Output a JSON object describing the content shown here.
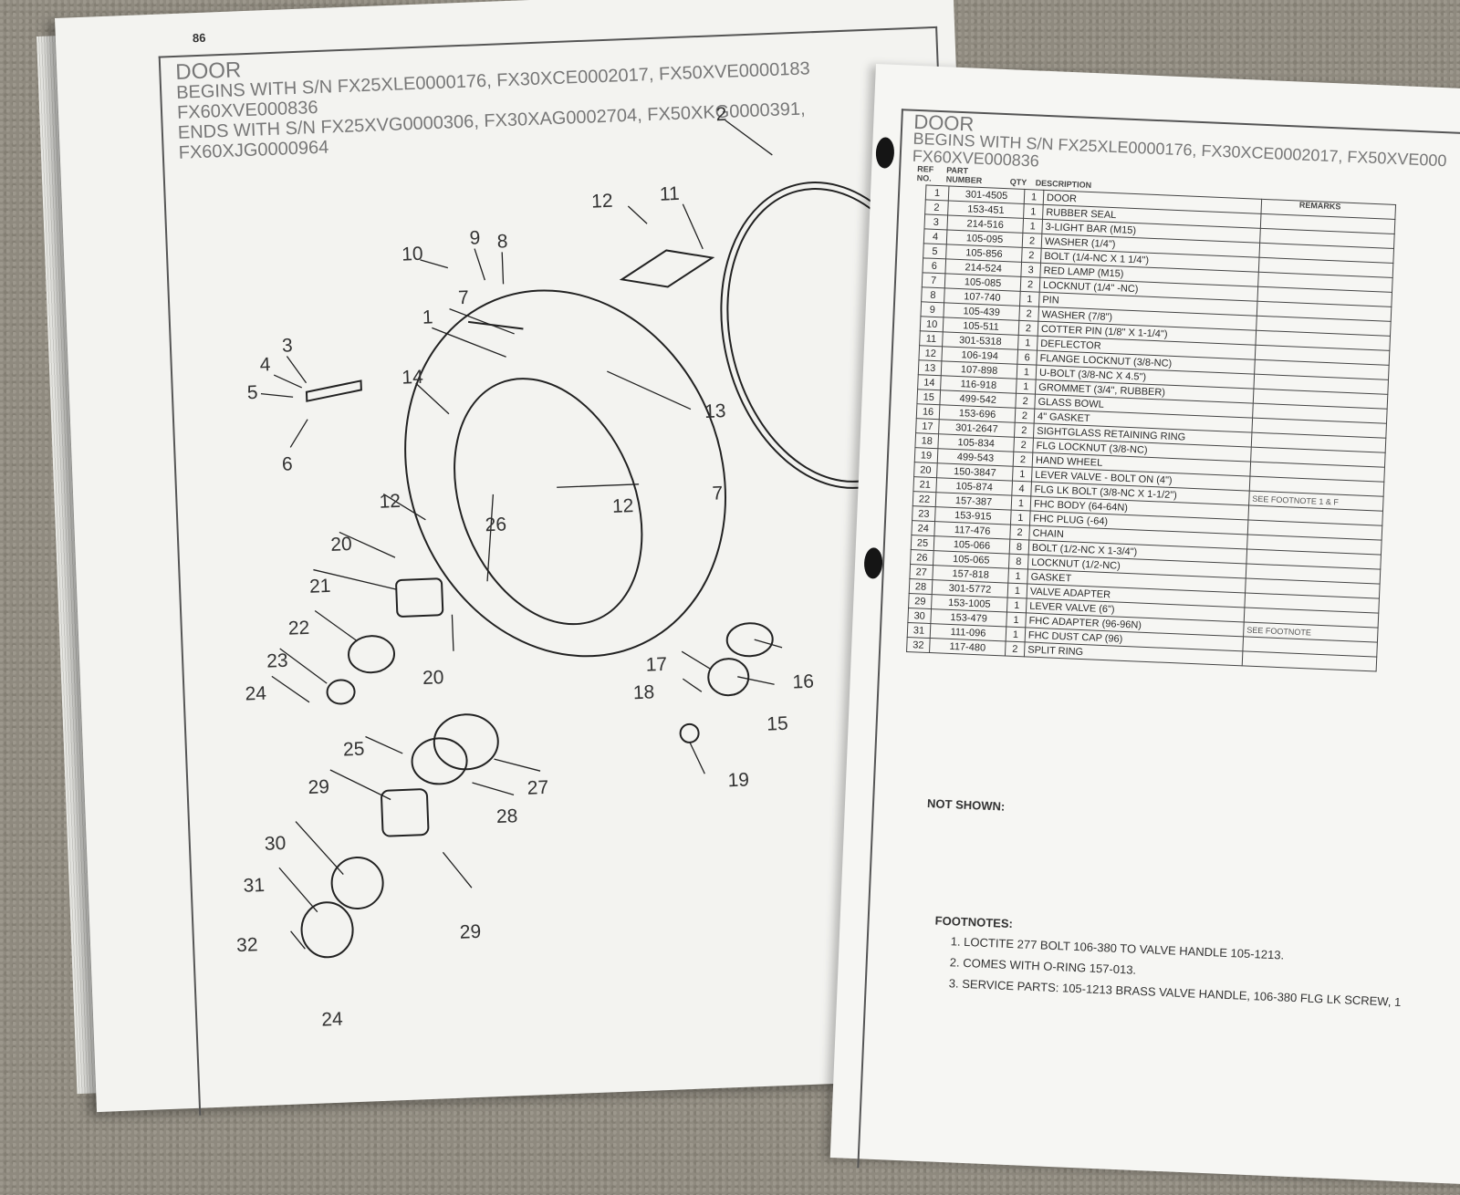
{
  "left_page": {
    "page_number": "86",
    "title": "DOOR",
    "begins_line1": "BEGINS WITH S/N FX25XLE0000176, FX30XCE0002017, FX50XVE0000183",
    "begins_line2": "FX60XVE000836",
    "ends_line1": "ENDS WITH S/N  FX25XVG0000306, FX30XAG0002704, FX50XKG0000391,",
    "ends_line2": "FX60XJG0000964",
    "callouts": [
      "2",
      "12",
      "11",
      "10",
      "9",
      "8",
      "7",
      "1",
      "3",
      "4",
      "5",
      "6",
      "14",
      "13",
      "7",
      "12",
      "20",
      "21",
      "22",
      "23",
      "24",
      "26",
      "12",
      "20",
      "17",
      "18",
      "16",
      "15",
      "25",
      "27",
      "29",
      "28",
      "30",
      "31",
      "29",
      "19",
      "32",
      "24"
    ]
  },
  "right_page": {
    "title": "DOOR",
    "begins_line1": "BEGINS WITH S/N FX25XLE0000176, FX30XCE0002017, FX50XVE000",
    "begins_line2": "FX60XVE000836",
    "headers": {
      "ref_line1": "REF",
      "ref_line2": "NO.",
      "part_line1": "PART",
      "part_line2": "NUMBER",
      "qty": "QTY",
      "description": "DESCRIPTION",
      "remarks": "REMARKS"
    },
    "parts": [
      {
        "ref": "1",
        "pn": "301-4505",
        "qty": "1",
        "desc": "DOOR",
        "rem": ""
      },
      {
        "ref": "2",
        "pn": "153-451",
        "qty": "1",
        "desc": "RUBBER SEAL",
        "rem": ""
      },
      {
        "ref": "3",
        "pn": "214-516",
        "qty": "1",
        "desc": "3-LIGHT BAR (M15)",
        "rem": ""
      },
      {
        "ref": "4",
        "pn": "105-095",
        "qty": "2",
        "desc": "WASHER (1/4\")",
        "rem": ""
      },
      {
        "ref": "5",
        "pn": "105-856",
        "qty": "2",
        "desc": "BOLT (1/4-NC X 1 1/4\")",
        "rem": ""
      },
      {
        "ref": "6",
        "pn": "214-524",
        "qty": "3",
        "desc": "RED LAMP (M15)",
        "rem": ""
      },
      {
        "ref": "7",
        "pn": "105-085",
        "qty": "2",
        "desc": "LOCKNUT (1/4\" -NC)",
        "rem": ""
      },
      {
        "ref": "8",
        "pn": "107-740",
        "qty": "1",
        "desc": "PIN",
        "rem": ""
      },
      {
        "ref": "9",
        "pn": "105-439",
        "qty": "2",
        "desc": "WASHER (7/8\")",
        "rem": ""
      },
      {
        "ref": "10",
        "pn": "105-511",
        "qty": "2",
        "desc": "COTTER PIN (1/8\" X 1-1/4\")",
        "rem": ""
      },
      {
        "ref": "11",
        "pn": "301-5318",
        "qty": "1",
        "desc": "DEFLECTOR",
        "rem": ""
      },
      {
        "ref": "12",
        "pn": "106-194",
        "qty": "6",
        "desc": "FLANGE LOCKNUT (3/8-NC)",
        "rem": ""
      },
      {
        "ref": "13",
        "pn": "107-898",
        "qty": "1",
        "desc": "U-BOLT (3/8-NC X 4.5\")",
        "rem": ""
      },
      {
        "ref": "14",
        "pn": "116-918",
        "qty": "1",
        "desc": "GROMMET (3/4\", RUBBER)",
        "rem": ""
      },
      {
        "ref": "15",
        "pn": "499-542",
        "qty": "2",
        "desc": "GLASS BOWL",
        "rem": ""
      },
      {
        "ref": "16",
        "pn": "153-696",
        "qty": "2",
        "desc": "4\" GASKET",
        "rem": ""
      },
      {
        "ref": "17",
        "pn": "301-2647",
        "qty": "2",
        "desc": "SIGHTGLASS RETAINING RING",
        "rem": ""
      },
      {
        "ref": "18",
        "pn": "105-834",
        "qty": "2",
        "desc": "FLG LOCKNUT (3/8-NC)",
        "rem": ""
      },
      {
        "ref": "19",
        "pn": "499-543",
        "qty": "2",
        "desc": "HAND WHEEL",
        "rem": ""
      },
      {
        "ref": "20",
        "pn": "150-3847",
        "qty": "1",
        "desc": "LEVER VALVE - BOLT ON (4\")",
        "rem": ""
      },
      {
        "ref": "21",
        "pn": "105-874",
        "qty": "4",
        "desc": "FLG LK BOLT (3/8-NC X 1-1/2\")",
        "rem": "SEE FOOTNOTE 1 & F"
      },
      {
        "ref": "22",
        "pn": "157-387",
        "qty": "1",
        "desc": "FHC BODY (64-64N)",
        "rem": ""
      },
      {
        "ref": "23",
        "pn": "153-915",
        "qty": "1",
        "desc": "FHC PLUG (-64)",
        "rem": ""
      },
      {
        "ref": "24",
        "pn": "117-476",
        "qty": "2",
        "desc": "CHAIN",
        "rem": ""
      },
      {
        "ref": "25",
        "pn": "105-066",
        "qty": "8",
        "desc": "BOLT (1/2-NC X 1-3/4\")",
        "rem": ""
      },
      {
        "ref": "26",
        "pn": "105-065",
        "qty": "8",
        "desc": "LOCKNUT (1/2-NC)",
        "rem": ""
      },
      {
        "ref": "27",
        "pn": "157-818",
        "qty": "1",
        "desc": "GASKET",
        "rem": ""
      },
      {
        "ref": "28",
        "pn": "301-5772",
        "qty": "1",
        "desc": "VALVE ADAPTER",
        "rem": ""
      },
      {
        "ref": "29",
        "pn": "153-1005",
        "qty": "1",
        "desc": "LEVER VALVE (6\")",
        "rem": ""
      },
      {
        "ref": "30",
        "pn": "153-479",
        "qty": "1",
        "desc": "FHC ADAPTER (96-96N)",
        "rem": "SEE FOOTNOTE"
      },
      {
        "ref": "31",
        "pn": "111-096",
        "qty": "1",
        "desc": "FHC DUST CAP (96)",
        "rem": ""
      },
      {
        "ref": "32",
        "pn": "117-480",
        "qty": "2",
        "desc": "SPLIT RING",
        "rem": ""
      }
    ],
    "not_shown": "NOT SHOWN:",
    "footnotes_title": "FOOTNOTES:",
    "footnotes": [
      "1.  LOCTITE 277 BOLT 106-380 TO VALVE HANDLE 105-1213.",
      "2.  COMES WITH O-RING 157-013.",
      "3. SERVICE PARTS: 105-1213 BRASS VALVE HANDLE, 106-380 FLG LK SCREW, 1"
    ]
  }
}
